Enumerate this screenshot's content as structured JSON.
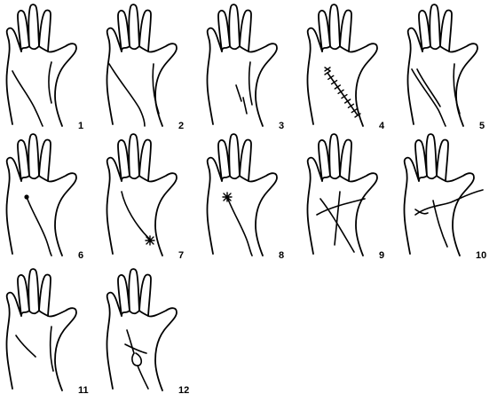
{
  "figure": {
    "panels": [
      {
        "label": "1",
        "variant": "plain-lifeline"
      },
      {
        "label": "2",
        "variant": "long-lifeline"
      },
      {
        "label": "3",
        "variant": "broken-short-lines"
      },
      {
        "label": "4",
        "variant": "chained-line-with-crossbars"
      },
      {
        "label": "5",
        "variant": "doubled-line"
      },
      {
        "label": "6",
        "variant": "dot-at-start"
      },
      {
        "label": "7",
        "variant": "star-at-end"
      },
      {
        "label": "8",
        "variant": "star-at-start"
      },
      {
        "label": "9",
        "variant": "crossing-lines"
      },
      {
        "label": "10",
        "variant": "wavy-crossing"
      },
      {
        "label": "11",
        "variant": "short-line"
      },
      {
        "label": "12",
        "variant": "island-loop"
      }
    ]
  }
}
